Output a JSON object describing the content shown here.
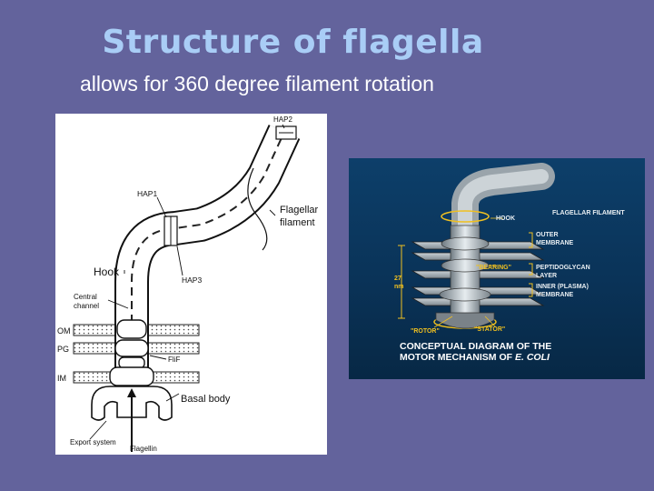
{
  "slide": {
    "title": "Structure of flagella",
    "subtitle": "allows for 360 degree filament rotation"
  },
  "left_diagram": {
    "labels": {
      "hap2": "HAP2",
      "hap1": "HAP1",
      "flagellar_filament_1": "Flagellar",
      "flagellar_filament_2": "filament",
      "hook": "Hook",
      "hap3": "HAP3",
      "central_channel_1": "Central",
      "central_channel_2": "channel",
      "om": "OM",
      "pg": "PG",
      "im": "IM",
      "flif": "FliF",
      "basal_body": "Basal body",
      "export_system": "Export system",
      "flagellin": "Flagellin"
    }
  },
  "right_diagram": {
    "labels": {
      "flagellar_filament": "FLAGELLAR FILAMENT",
      "hook": "HOOK",
      "outer_membrane_1": "OUTER",
      "outer_membrane_2": "MEMBRANE",
      "bearing": "\"BEARING\"",
      "peptidoglycan_1": "PEPTIDOGLYCAN",
      "peptidoglycan_2": "LAYER",
      "inner_membrane_1": "INNER (PLASMA)",
      "inner_membrane_2": "MEMBRANE",
      "size_1": "27",
      "size_2": "nm",
      "rotor": "\"ROTOR\"",
      "stator": "\"STATOR\"",
      "caption_1": "CONCEPTUAL DIAGRAM OF THE",
      "caption_2": "MOTOR MECHANISM OF",
      "caption_3": "E. COLI"
    }
  }
}
